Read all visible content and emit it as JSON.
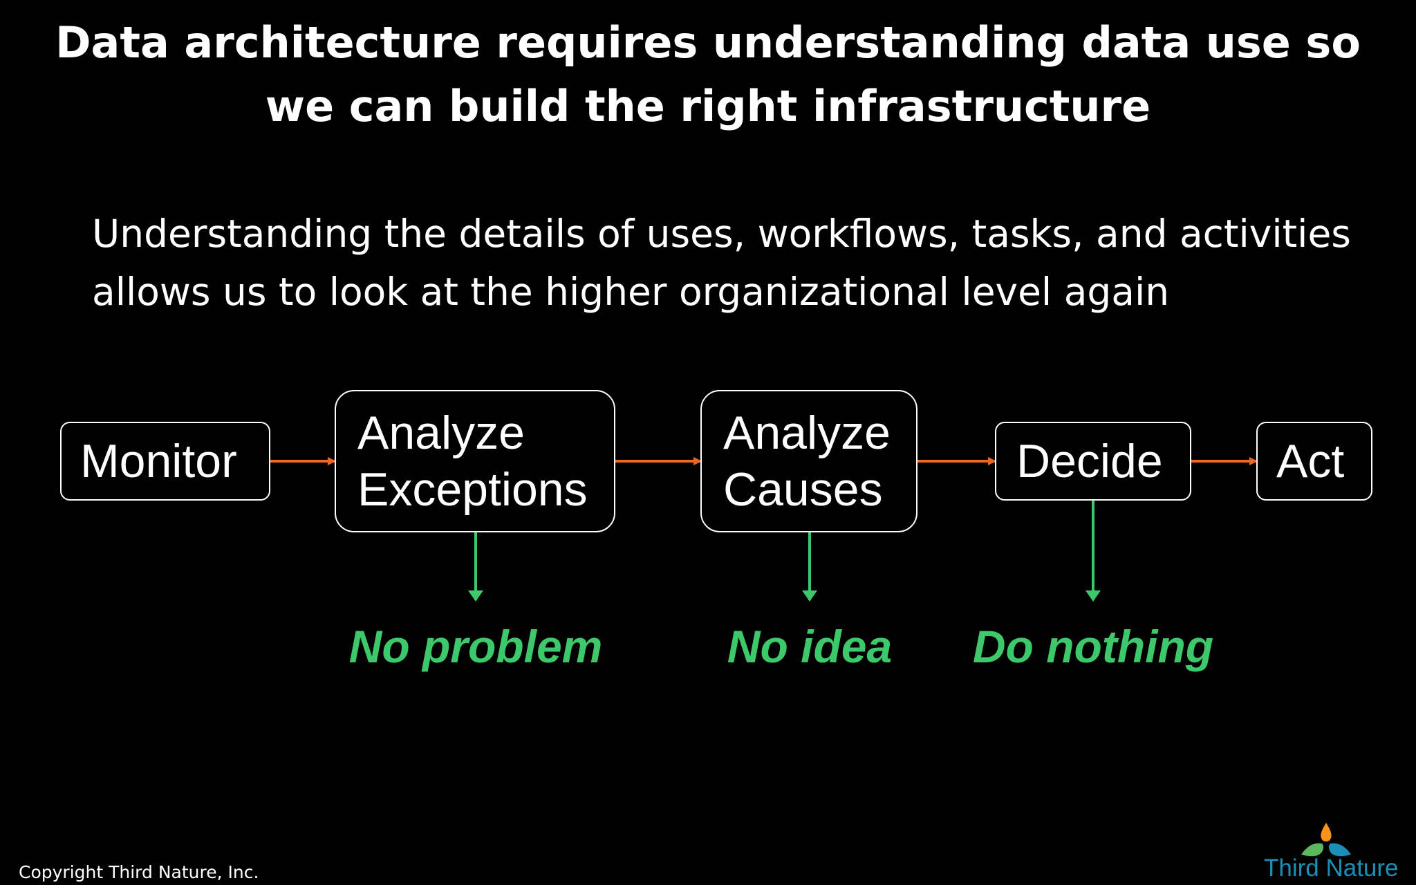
{
  "slide": {
    "title": "Data architecture requires understanding data use so we can build the right infrastructure",
    "subtitle": "Understanding the details of uses, workflows, tasks, and activities allows us to look at the higher organizational level again",
    "copyright": "Copyright Third Nature, Inc."
  },
  "flow": {
    "steps": [
      {
        "label": "Monitor"
      },
      {
        "label": "Analyze Exceptions"
      },
      {
        "label": "Analyze Causes"
      },
      {
        "label": "Decide"
      },
      {
        "label": "Act"
      }
    ],
    "outcomes": [
      {
        "label": "No problem"
      },
      {
        "label": "No idea"
      },
      {
        "label": "Do nothing"
      }
    ]
  },
  "logo": {
    "text": "Third Nature",
    "icon": "tri-leaf-logo-icon"
  },
  "colors": {
    "background": "#000000",
    "text": "#ffffff",
    "flow_arrow": "#f26522",
    "outcome": "#3dc96b",
    "outcome_arrow": "#3dc96b",
    "logo_text": "#1b8fb8",
    "logo_orange": "#f7941d",
    "logo_green": "#5cb85c",
    "logo_blue": "#1b8fb8"
  }
}
